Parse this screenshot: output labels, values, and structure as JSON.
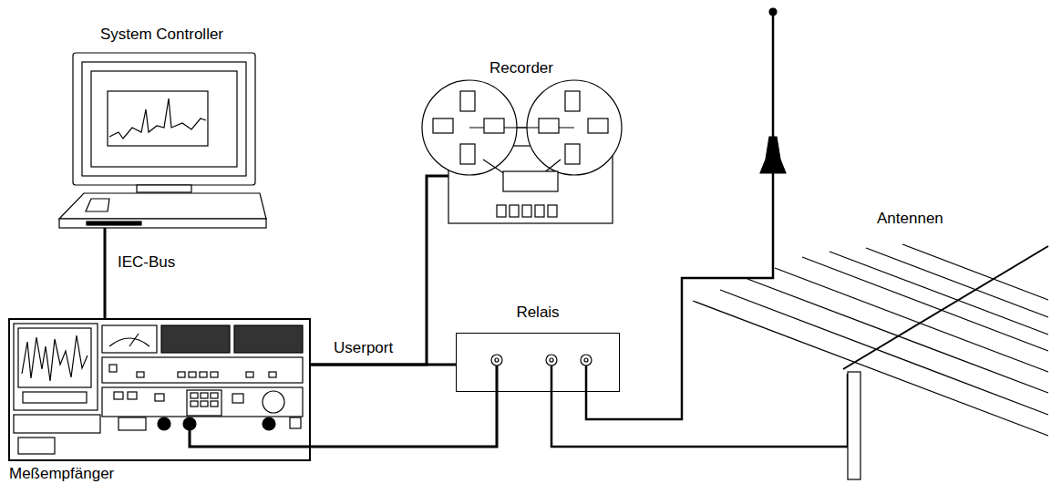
{
  "diagram": {
    "nodes": [
      {
        "text": [
          "System Controller"
        ]
      },
      {
        "text": [
          "Recorder"
        ]
      },
      {
        "text": [
          "Relais"
        ]
      },
      {
        "text": [
          "Meßempfänger"
        ]
      }
    ],
    "edges": [
      {
        "from": 0,
        "to": 3,
        "arrow": "none",
        "label": "IEC-Bus"
      },
      {
        "from": 3,
        "to": 2,
        "arrow": "none",
        "label": "Userport"
      },
      {
        "from": 3,
        "to": 1,
        "arrow": "none"
      },
      {
        "from": 3,
        "to": 2,
        "arrow": "none"
      }
    ],
    "labels": [
      "Antennen"
    ]
  }
}
